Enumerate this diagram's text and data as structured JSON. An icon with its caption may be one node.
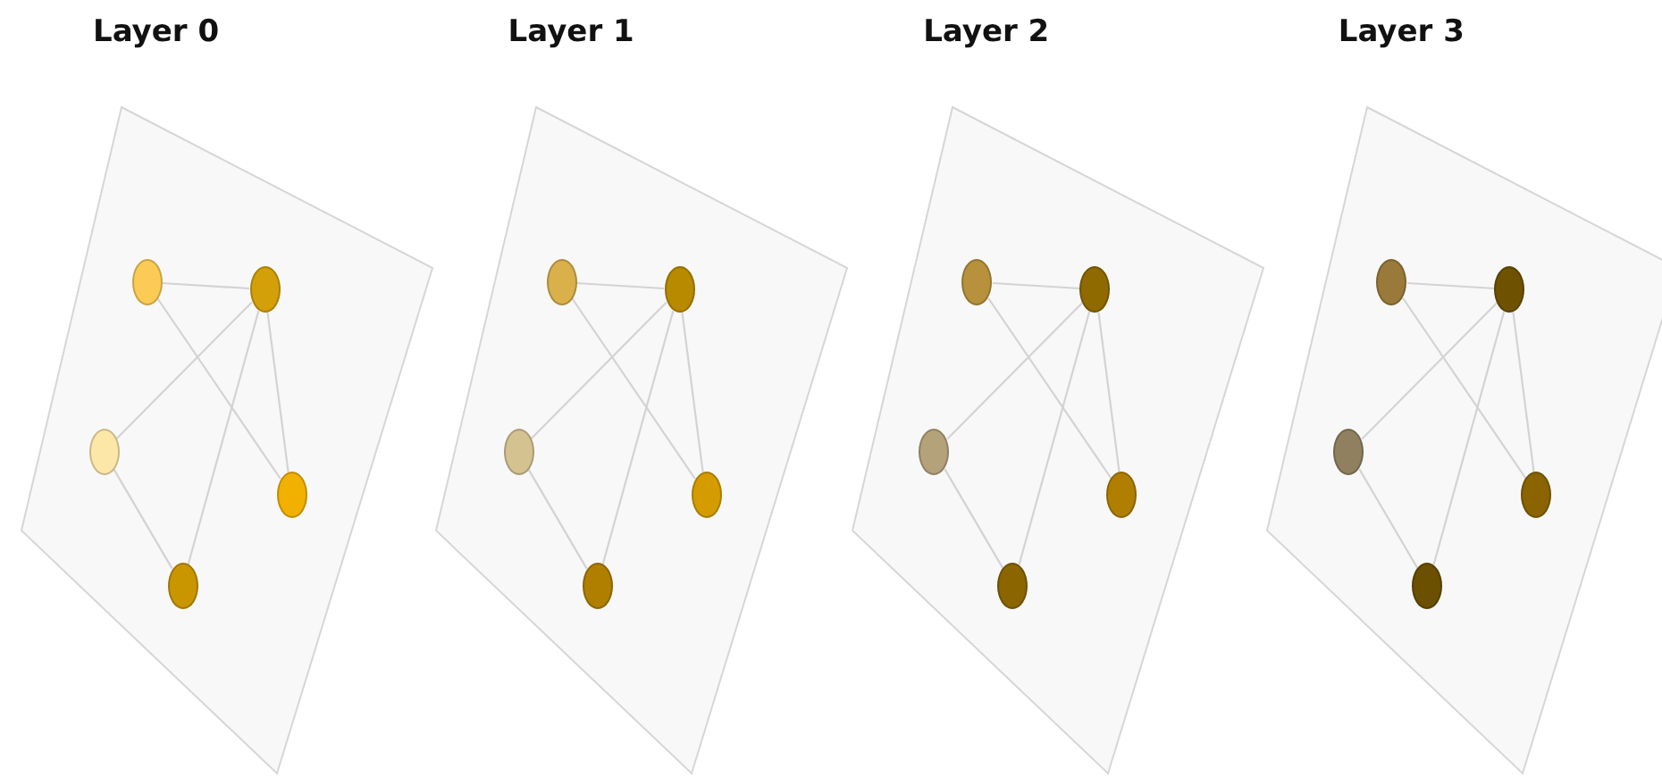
{
  "diagram": {
    "nodes": [
      {
        "text": [
          "Layer 0"
        ]
      },
      {
        "text": [],
        "shape": "circle",
        "in": 0
      },
      {
        "text": [],
        "shape": "circle",
        "in": 0
      },
      {
        "text": [],
        "shape": "circle",
        "in": 0
      },
      {
        "text": [],
        "shape": "circle",
        "in": 0
      },
      {
        "text": [],
        "shape": "circle",
        "in": 0
      },
      {
        "text": [
          "Layer 1"
        ]
      },
      {
        "text": [],
        "shape": "circle",
        "in": 6
      },
      {
        "text": [],
        "shape": "circle",
        "in": 6
      },
      {
        "text": [],
        "shape": "circle",
        "in": 6
      },
      {
        "text": [],
        "shape": "circle",
        "in": 6
      },
      {
        "text": [],
        "shape": "circle",
        "in": 6
      },
      {
        "text": [
          "Layer 2"
        ]
      },
      {
        "text": [],
        "shape": "circle",
        "in": 12
      },
      {
        "text": [],
        "shape": "circle",
        "in": 12
      },
      {
        "text": [],
        "shape": "circle",
        "in": 12
      },
      {
        "text": [],
        "shape": "circle",
        "in": 12
      },
      {
        "text": [],
        "shape": "circle",
        "in": 12
      },
      {
        "text": [
          "Layer 3"
        ]
      },
      {
        "text": [],
        "shape": "circle",
        "in": 18
      },
      {
        "text": [],
        "shape": "circle",
        "in": 18
      },
      {
        "text": [],
        "shape": "circle",
        "in": 18
      },
      {
        "text": [],
        "shape": "circle",
        "in": 18
      },
      {
        "text": [],
        "shape": "circle",
        "in": 18
      }
    ],
    "edges": [
      {
        "from": 1,
        "to": 2,
        "arrow": "none"
      },
      {
        "from": 1,
        "to": 4,
        "arrow": "none"
      },
      {
        "from": 2,
        "to": 3,
        "arrow": "none"
      },
      {
        "from": 2,
        "to": 5,
        "arrow": "none"
      },
      {
        "from": 2,
        "to": 4,
        "arrow": "none"
      },
      {
        "from": 3,
        "to": 5,
        "arrow": "none"
      },
      {
        "from": 7,
        "to": 8,
        "arrow": "none"
      },
      {
        "from": 7,
        "to": 10,
        "arrow": "none"
      },
      {
        "from": 8,
        "to": 9,
        "arrow": "none"
      },
      {
        "from": 8,
        "to": 11,
        "arrow": "none"
      },
      {
        "from": 8,
        "to": 10,
        "arrow": "none"
      },
      {
        "from": 9,
        "to": 11,
        "arrow": "none"
      },
      {
        "from": 13,
        "to": 14,
        "arrow": "none"
      },
      {
        "from": 13,
        "to": 16,
        "arrow": "none"
      },
      {
        "from": 14,
        "to": 15,
        "arrow": "none"
      },
      {
        "from": 14,
        "to": 17,
        "arrow": "none"
      },
      {
        "from": 14,
        "to": 16,
        "arrow": "none"
      },
      {
        "from": 15,
        "to": 17,
        "arrow": "none"
      },
      {
        "from": 19,
        "to": 20,
        "arrow": "none"
      },
      {
        "from": 19,
        "to": 22,
        "arrow": "none"
      },
      {
        "from": 20,
        "to": 21,
        "arrow": "none"
      },
      {
        "from": 20,
        "to": 23,
        "arrow": "none"
      },
      {
        "from": 20,
        "to": 22,
        "arrow": "none"
      },
      {
        "from": 21,
        "to": 23,
        "arrow": "none"
      }
    ]
  }
}
